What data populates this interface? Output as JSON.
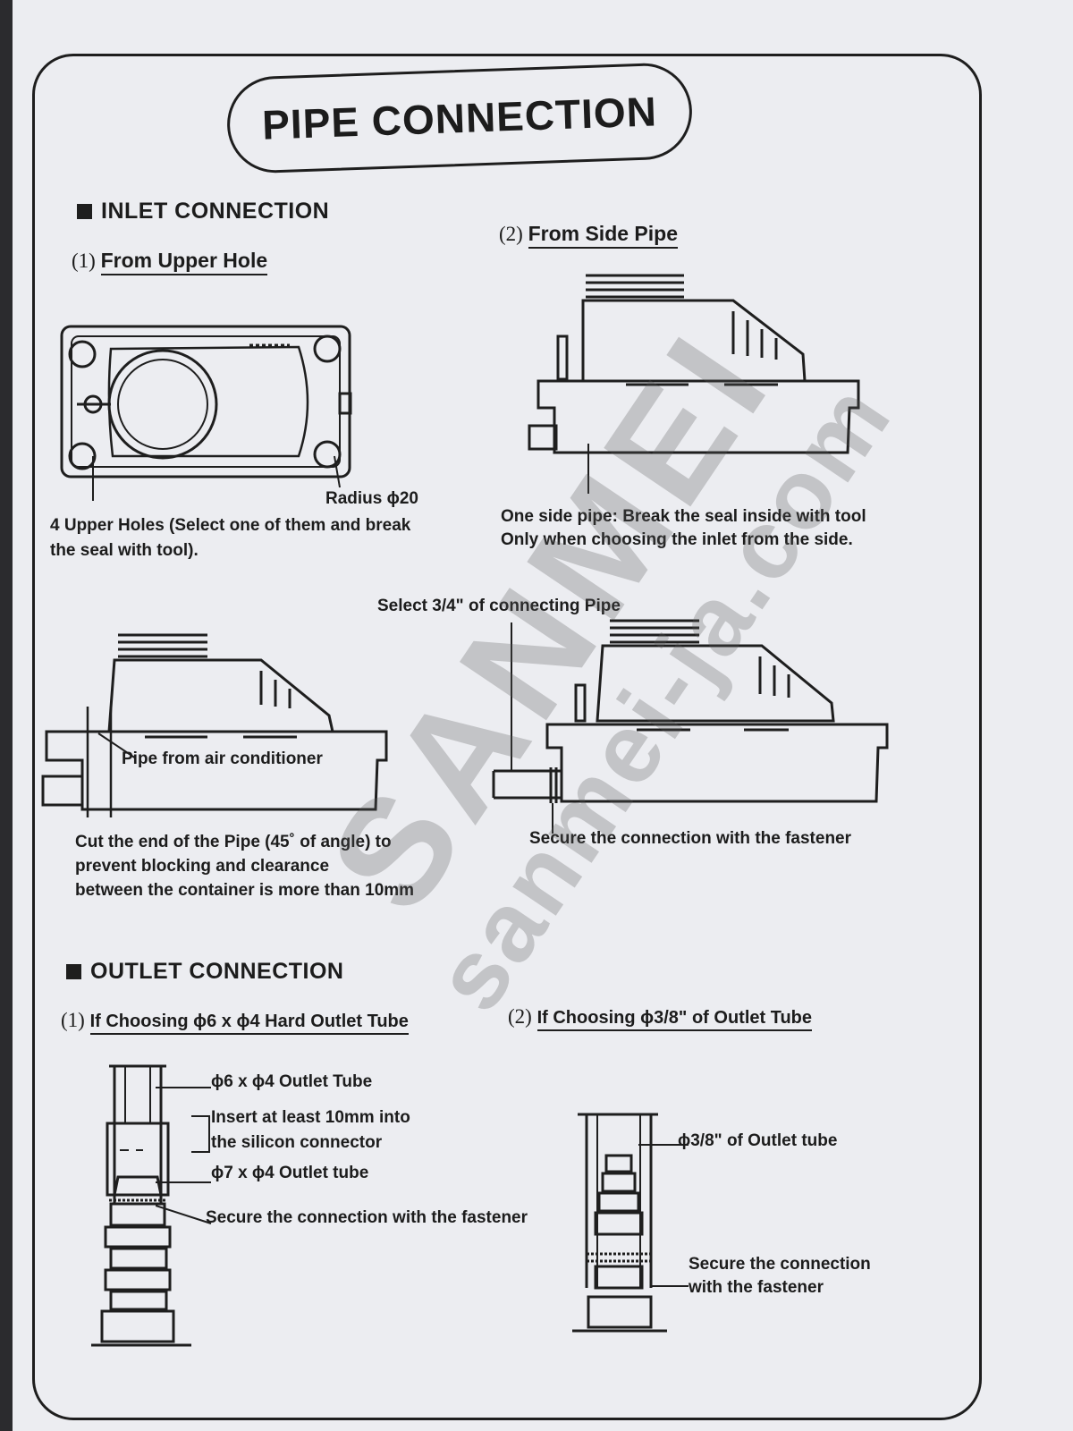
{
  "title": "PIPE CONNECTION",
  "inlet": {
    "heading": "INLET CONNECTION",
    "upper": {
      "num": "(1)",
      "label": "From Upper Hole",
      "radius_label": "Radius ϕ20",
      "caption_1": "4  Upper Holes (Select one of them and break",
      "caption_2": "the seal with  tool)."
    },
    "side": {
      "num": "(2)",
      "label": "From Side Pipe",
      "caption_1": "One side pipe: Break the seal inside with tool",
      "caption_2": "Only when choosing the inlet from the side."
    },
    "select_pipe": "Select 3/4\" of connecting Pipe",
    "pipe_from_ac": "Pipe from air conditioner",
    "cut_1": "Cut the end of the Pipe (45˚  of angle) to",
    "cut_2": "prevent blocking and clearance",
    "cut_3": "between the container is more than 10mm",
    "secure": "Secure the connection with the fastener"
  },
  "outlet": {
    "heading": "OUTLET CONNECTION",
    "hard": {
      "num": "(1)",
      "label": "If Choosing ϕ6 x ϕ4 Hard Outlet Tube",
      "tube": "ϕ6 x ϕ4 Outlet Tube",
      "insert_1": "Insert at least 10mm into",
      "insert_2": "the silicon connector",
      "tube2": "ϕ7 x ϕ4 Outlet tube",
      "secure": "Secure the connection with the fastener"
    },
    "soft": {
      "num": "(2)",
      "label": "If Choosing  ϕ3/8\"  of Outlet Tube",
      "tube": "ϕ3/8\" of Outlet tube",
      "secure_1": "Secure the connection",
      "secure_2": "with the fastener"
    }
  },
  "watermark": {
    "line1": "SANMEI",
    "line2": "sanmei-ja.com"
  }
}
